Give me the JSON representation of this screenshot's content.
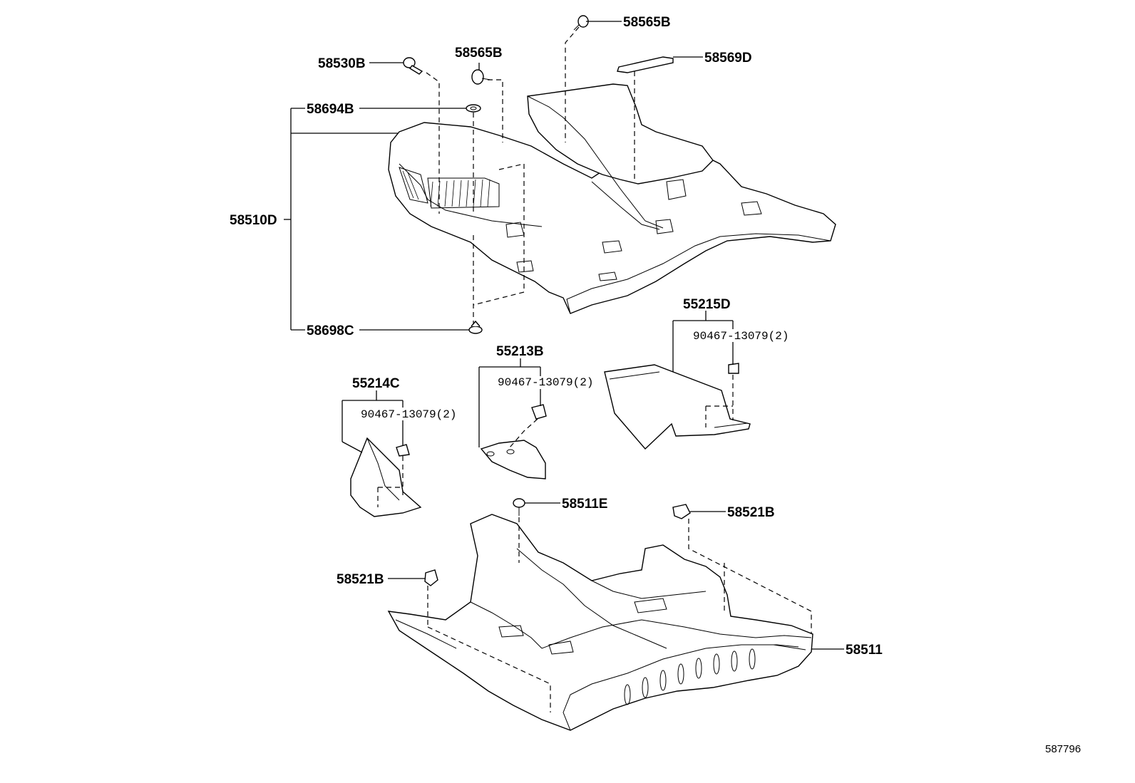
{
  "callouts": {
    "c_58565B_top": "58565B",
    "c_58569D": "58569D",
    "c_58530B": "58530B",
    "c_58565B": "58565B",
    "c_58694B": "58694B",
    "c_58510D": "58510D",
    "c_58698C": "58698C",
    "c_55215D": "55215D",
    "c_55215D_sub": "90467-13079(2)",
    "c_55213B": "55213B",
    "c_55213B_sub": "90467-13079(2)",
    "c_55214C": "55214C",
    "c_55214C_sub": "90467-13079(2)",
    "c_58511E": "58511E",
    "c_58521B_right": "58521B",
    "c_58521B_left": "58521B",
    "c_58511": "58511"
  },
  "diagram_id": "587796"
}
